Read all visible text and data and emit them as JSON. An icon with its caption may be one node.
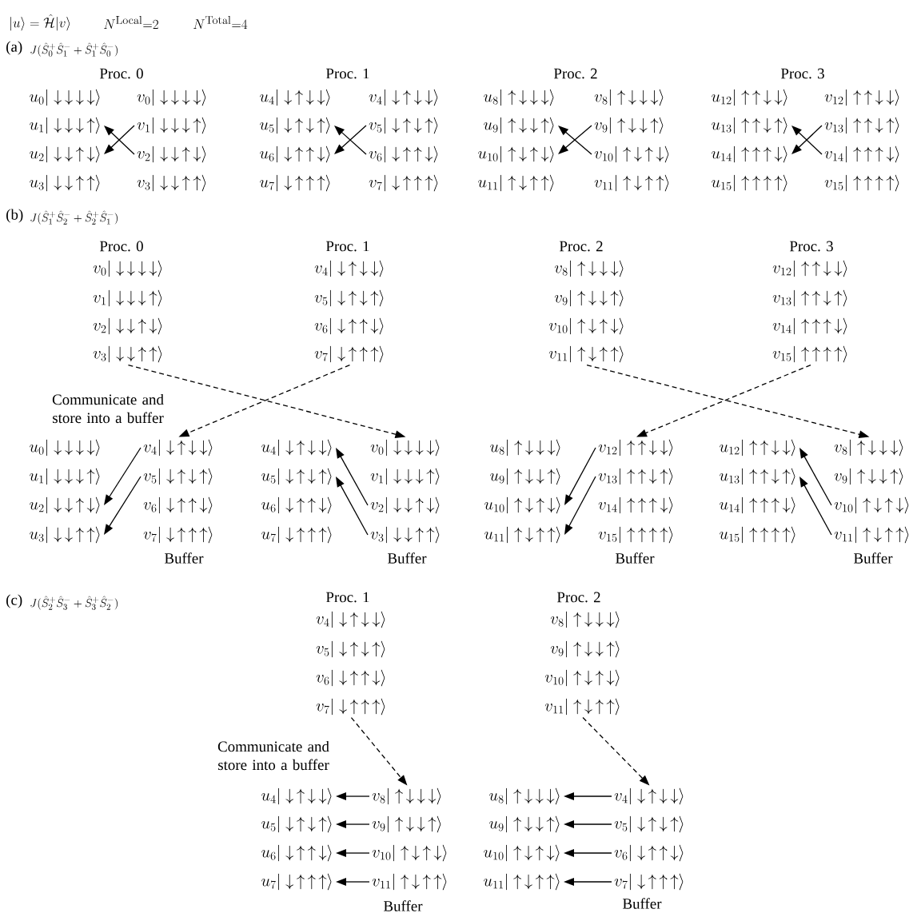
{
  "diagram": {
    "nodes": [
      {
        "text": [
          "u_{0}|\\downarrow\\,\\downarrow\\,\\downarrow\\,\\downarrow\\rangle"
        ]
      },
      {
        "text": [
          "u_{1}|\\downarrow\\,\\downarrow\\,\\downarrow\\,\\uparrow\\rangle"
        ]
      },
      {
        "text": [
          "u_{2}|\\downarrow\\,\\downarrow\\,\\uparrow\\,\\downarrow\\rangle"
        ]
      },
      {
        "text": [
          "u_{3}|\\downarrow\\,\\downarrow\\,\\uparrow\\,\\uparrow\\rangle"
        ]
      },
      {
        "text": [
          "v_{0}|\\downarrow\\,\\downarrow\\,\\downarrow\\,\\downarrow\\rangle"
        ]
      },
      {
        "text": [
          "v_{1}|\\downarrow\\,\\downarrow\\,\\downarrow\\,\\uparrow\\rangle"
        ]
      },
      {
        "text": [
          "v_{2}|\\downarrow\\,\\downarrow\\,\\uparrow\\,\\downarrow\\rangle"
        ]
      },
      {
        "text": [
          "v_{3}|\\downarrow\\,\\downarrow\\,\\uparrow\\,\\uparrow\\rangle"
        ]
      },
      {
        "text": [
          "u_{4}|\\downarrow\\,\\uparrow\\,\\downarrow\\,\\downarrow\\rangle"
        ]
      },
      {
        "text": [
          "u_{5}|\\downarrow\\,\\uparrow\\,\\downarrow\\,\\uparrow\\rangle"
        ]
      },
      {
        "text": [
          "u_{6}|\\downarrow\\,\\uparrow\\,\\uparrow\\,\\downarrow\\rangle"
        ]
      },
      {
        "text": [
          "u_{7}|\\downarrow\\,\\uparrow\\,\\uparrow\\,\\uparrow\\rangle"
        ]
      },
      {
        "text": [
          "v_{4}|\\downarrow\\,\\uparrow\\,\\downarrow\\,\\downarrow\\rangle"
        ]
      },
      {
        "text": [
          "v_{5}|\\downarrow\\,\\uparrow\\,\\downarrow\\,\\uparrow\\rangle"
        ]
      },
      {
        "text": [
          "v_{6}|\\downarrow\\,\\uparrow\\,\\uparrow\\,\\downarrow\\rangle"
        ]
      },
      {
        "text": [
          "v_{7}|\\downarrow\\,\\uparrow\\,\\uparrow\\,\\uparrow\\rangle"
        ]
      },
      {
        "text": [
          "u_{8}|\\uparrow\\,\\downarrow\\,\\downarrow\\,\\downarrow\\rangle"
        ]
      },
      {
        "text": [
          "u_{9}|\\uparrow\\,\\downarrow\\,\\downarrow\\,\\uparrow\\rangle"
        ]
      },
      {
        "text": [
          "u_{10}|\\uparrow\\,\\downarrow\\,\\uparrow\\,\\downarrow\\rangle"
        ]
      },
      {
        "text": [
          "u_{11}|\\uparrow\\,\\downarrow\\,\\uparrow\\,\\uparrow\\rangle"
        ]
      },
      {
        "text": [
          "v_{8}|\\uparrow\\,\\downarrow\\,\\downarrow\\,\\downarrow\\rangle"
        ]
      },
      {
        "text": [
          "v_{9}|\\uparrow\\,\\downarrow\\,\\downarrow\\,\\uparrow\\rangle"
        ]
      },
      {
        "text": [
          "v_{10}|\\uparrow\\,\\downarrow\\,\\uparrow\\,\\downarrow\\rangle"
        ]
      },
      {
        "text": [
          "v_{11}|\\uparrow\\,\\downarrow\\,\\uparrow\\,\\uparrow\\rangle"
        ]
      },
      {
        "text": [
          "u_{12}|\\uparrow\\,\\uparrow\\,\\downarrow\\,\\downarrow\\rangle"
        ]
      },
      {
        "text": [
          "u_{13}|\\uparrow\\,\\uparrow\\,\\downarrow\\,\\uparrow\\rangle"
        ]
      },
      {
        "text": [
          "u_{14}|\\uparrow\\,\\uparrow\\,\\uparrow\\,\\downarrow\\rangle"
        ]
      },
      {
        "text": [
          "u_{15}|\\uparrow\\,\\uparrow\\,\\uparrow\\,\\uparrow\\rangle"
        ]
      },
      {
        "text": [
          "v_{12}|\\uparrow\\,\\uparrow\\,\\downarrow\\,\\downarrow\\rangle"
        ]
      },
      {
        "text": [
          "v_{13}|\\uparrow\\,\\uparrow\\,\\downarrow\\,\\uparrow\\rangle"
        ]
      },
      {
        "text": [
          "v_{14}|\\uparrow\\,\\uparrow\\,\\uparrow\\,\\downarrow\\rangle"
        ]
      },
      {
        "text": [
          "v_{15}|\\uparrow\\,\\uparrow\\,\\uparrow\\,\\uparrow\\rangle"
        ]
      },
      {
        "text": [
          "v_{0}|\\downarrow\\,\\downarrow\\,\\downarrow\\,\\downarrow\\rangle"
        ]
      },
      {
        "text": [
          "v_{1}|\\downarrow\\,\\downarrow\\,\\downarrow\\,\\uparrow\\rangle"
        ]
      },
      {
        "text": [
          "v_{2}|\\downarrow\\,\\downarrow\\,\\uparrow\\,\\downarrow\\rangle"
        ]
      },
      {
        "text": [
          "v_{3}|\\downarrow\\,\\downarrow\\,\\uparrow\\,\\uparrow\\rangle"
        ]
      },
      {
        "text": [
          "v_{4}|\\downarrow\\,\\uparrow\\,\\downarrow\\,\\downarrow\\rangle"
        ]
      },
      {
        "text": [
          "v_{5}|\\downarrow\\,\\uparrow\\,\\downarrow\\,\\uparrow\\rangle"
        ]
      },
      {
        "text": [
          "v_{6}|\\downarrow\\,\\uparrow\\,\\uparrow\\,\\downarrow\\rangle"
        ]
      },
      {
        "text": [
          "v_{7}|\\downarrow\\,\\uparrow\\,\\uparrow\\,\\uparrow\\rangle"
        ]
      },
      {
        "text": [
          "v_{8}|\\uparrow\\,\\downarrow\\,\\downarrow\\,\\downarrow\\rangle"
        ]
      },
      {
        "text": [
          "v_{9}|\\uparrow\\,\\downarrow\\,\\downarrow\\,\\uparrow\\rangle"
        ]
      },
      {
        "text": [
          "v_{10}|\\uparrow\\,\\downarrow\\,\\uparrow\\,\\downarrow\\rangle"
        ]
      },
      {
        "text": [
          "v_{11}|\\uparrow\\,\\downarrow\\,\\uparrow\\,\\uparrow\\rangle"
        ]
      },
      {
        "text": [
          "v_{12}|\\uparrow\\,\\uparrow\\,\\downarrow\\,\\downarrow\\rangle"
        ]
      },
      {
        "text": [
          "v_{13}|\\uparrow\\,\\uparrow\\,\\downarrow\\,\\uparrow\\rangle"
        ]
      },
      {
        "text": [
          "v_{14}|\\uparrow\\,\\uparrow\\,\\uparrow\\,\\downarrow\\rangle"
        ]
      },
      {
        "text": [
          "v_{15}|\\uparrow\\,\\uparrow\\,\\uparrow\\,\\uparrow\\rangle"
        ]
      },
      {
        "text": [
          "u_{0}|\\downarrow\\,\\downarrow\\,\\downarrow\\,\\downarrow\\rangle"
        ]
      },
      {
        "text": [
          "u_{1}|\\downarrow\\,\\downarrow\\,\\downarrow\\,\\uparrow\\rangle"
        ]
      },
      {
        "text": [
          "u_{2}|\\downarrow\\,\\downarrow\\,\\uparrow\\,\\downarrow\\rangle"
        ]
      },
      {
        "text": [
          "u_{3}|\\downarrow\\,\\downarrow\\,\\uparrow\\,\\uparrow\\rangle"
        ]
      },
      {
        "text": [
          "v_{4}|\\downarrow\\,\\uparrow\\,\\downarrow\\,\\downarrow\\rangle"
        ]
      },
      {
        "text": [
          "v_{5}|\\downarrow\\,\\uparrow\\,\\downarrow\\,\\uparrow\\rangle"
        ]
      },
      {
        "text": [
          "v_{6}|\\downarrow\\,\\uparrow\\,\\uparrow\\,\\downarrow\\rangle"
        ]
      },
      {
        "text": [
          "v_{7}|\\downarrow\\,\\uparrow\\,\\uparrow\\,\\uparrow\\rangle"
        ]
      },
      {
        "text": [
          "u_{4}|\\downarrow\\,\\uparrow\\,\\downarrow\\,\\downarrow\\rangle"
        ]
      },
      {
        "text": [
          "u_{5}|\\downarrow\\,\\uparrow\\,\\downarrow\\,\\uparrow\\rangle"
        ]
      },
      {
        "text": [
          "u_{6}|\\downarrow\\,\\uparrow\\,\\uparrow\\,\\downarrow\\rangle"
        ]
      },
      {
        "text": [
          "u_{7}|\\downarrow\\,\\uparrow\\,\\uparrow\\,\\uparrow\\rangle"
        ]
      },
      {
        "text": [
          "v_{0}|\\downarrow\\,\\downarrow\\,\\downarrow\\,\\downarrow\\rangle"
        ]
      },
      {
        "text": [
          "v_{1}|\\downarrow\\,\\downarrow\\,\\downarrow\\,\\uparrow\\rangle"
        ]
      },
      {
        "text": [
          "v_{2}|\\downarrow\\,\\downarrow\\,\\uparrow\\,\\downarrow\\rangle"
        ]
      },
      {
        "text": [
          "v_{3}|\\downarrow\\,\\downarrow\\,\\uparrow\\,\\uparrow\\rangle"
        ]
      },
      {
        "text": [
          "u_{8}|\\uparrow\\,\\downarrow\\,\\downarrow\\,\\downarrow\\rangle"
        ]
      },
      {
        "text": [
          "u_{9}|\\uparrow\\,\\downarrow\\,\\downarrow\\,\\uparrow\\rangle"
        ]
      },
      {
        "text": [
          "u_{10}|\\uparrow\\,\\downarrow\\,\\uparrow\\,\\downarrow\\rangle"
        ]
      },
      {
        "text": [
          "u_{11}|\\uparrow\\,\\downarrow\\,\\uparrow\\,\\uparrow\\rangle"
        ]
      },
      {
        "text": [
          "v_{12}|\\uparrow\\,\\uparrow\\,\\downarrow\\,\\downarrow\\rangle"
        ]
      },
      {
        "text": [
          "v_{13}|\\uparrow\\,\\uparrow\\,\\downarrow\\,\\uparrow\\rangle"
        ]
      },
      {
        "text": [
          "v_{14}|\\uparrow\\,\\uparrow\\,\\uparrow\\,\\downarrow\\rangle"
        ]
      },
      {
        "text": [
          "v_{15}|\\uparrow\\,\\uparrow\\,\\uparrow\\,\\uparrow\\rangle"
        ]
      },
      {
        "text": [
          "u_{12}|\\uparrow\\,\\uparrow\\,\\downarrow\\,\\downarrow\\rangle"
        ]
      },
      {
        "text": [
          "u_{13}|\\uparrow\\,\\uparrow\\,\\downarrow\\,\\uparrow\\rangle"
        ]
      },
      {
        "text": [
          "u_{14}|\\uparrow\\,\\uparrow\\,\\uparrow\\,\\downarrow\\rangle"
        ]
      },
      {
        "text": [
          "u_{15}|\\uparrow\\,\\uparrow\\,\\uparrow\\,\\uparrow\\rangle"
        ]
      },
      {
        "text": [
          "v_{8}|\\uparrow\\,\\downarrow\\,\\downarrow\\,\\downarrow\\rangle"
        ]
      },
      {
        "text": [
          "v_{9}|\\uparrow\\,\\downarrow\\,\\downarrow\\,\\uparrow\\rangle"
        ]
      },
      {
        "text": [
          "v_{10}|\\uparrow\\,\\downarrow\\,\\uparrow\\,\\downarrow\\rangle"
        ]
      },
      {
        "text": [
          "v_{11}|\\uparrow\\,\\downarrow\\,\\uparrow\\,\\uparrow\\rangle"
        ]
      },
      {
        "text": [
          "v_{4}|\\downarrow\\,\\uparrow\\,\\downarrow\\,\\downarrow\\rangle"
        ]
      },
      {
        "text": [
          "v_{5}|\\downarrow\\,\\uparrow\\,\\downarrow\\,\\uparrow\\rangle"
        ]
      },
      {
        "text": [
          "v_{6}|\\downarrow\\,\\uparrow\\,\\uparrow\\,\\downarrow\\rangle"
        ]
      },
      {
        "text": [
          "v_{7}|\\downarrow\\,\\uparrow\\,\\uparrow\\,\\uparrow\\rangle"
        ]
      },
      {
        "text": [
          "v_{8}|\\uparrow\\,\\downarrow\\,\\downarrow\\,\\downarrow\\rangle"
        ]
      },
      {
        "text": [
          "v_{9}|\\uparrow\\,\\downarrow\\,\\downarrow\\,\\uparrow\\rangle"
        ]
      },
      {
        "text": [
          "v_{10}|\\uparrow\\,\\downarrow\\,\\uparrow\\,\\downarrow\\rangle"
        ]
      },
      {
        "text": [
          "v_{11}|\\uparrow\\,\\downarrow\\,\\uparrow\\,\\uparrow\\rangle"
        ]
      },
      {
        "text": [
          "u_{4}|\\downarrow\\,\\uparrow\\,\\downarrow\\,\\downarrow\\rangle"
        ]
      },
      {
        "text": [
          "u_{5}|\\downarrow\\,\\uparrow\\,\\downarrow\\,\\uparrow\\rangle"
        ]
      },
      {
        "text": [
          "u_{6}|\\downarrow\\,\\uparrow\\,\\uparrow\\,\\downarrow\\rangle"
        ]
      },
      {
        "text": [
          "u_{7}|\\downarrow\\,\\uparrow\\,\\uparrow\\,\\uparrow\\rangle"
        ]
      },
      {
        "text": [
          "v_{8}|\\uparrow\\,\\downarrow\\,\\downarrow\\,\\downarrow\\rangle"
        ]
      },
      {
        "text": [
          "v_{9}|\\uparrow\\,\\downarrow\\,\\downarrow\\,\\uparrow\\rangle"
        ]
      },
      {
        "text": [
          "v_{10}|\\uparrow\\,\\downarrow\\,\\uparrow\\,\\downarrow\\rangle"
        ]
      },
      {
        "text": [
          "v_{11}|\\uparrow\\,\\downarrow\\,\\uparrow\\,\\uparrow\\rangle"
        ]
      },
      {
        "text": [
          "u_{8}|\\uparrow\\,\\downarrow\\,\\downarrow\\,\\downarrow\\rangle"
        ]
      },
      {
        "text": [
          "u_{9}|\\uparrow\\,\\downarrow\\,\\downarrow\\,\\uparrow\\rangle"
        ]
      },
      {
        "text": [
          "u_{10}|\\uparrow\\,\\downarrow\\,\\uparrow\\,\\downarrow\\rangle"
        ]
      },
      {
        "text": [
          "u_{11}|\\uparrow\\,\\downarrow\\,\\uparrow\\,\\uparrow\\rangle"
        ]
      },
      {
        "text": [
          "v_{4}|\\downarrow\\,\\uparrow\\,\\downarrow\\,\\downarrow\\rangle"
        ]
      },
      {
        "text": [
          "v_{5}|\\downarrow\\,\\uparrow\\,\\downarrow\\,\\uparrow\\rangle"
        ]
      },
      {
        "text": [
          "v_{6}|\\downarrow\\,\\uparrow\\,\\uparrow\\,\\downarrow\\rangle"
        ]
      },
      {
        "text": [
          "v_{7}|\\downarrow\\,\\uparrow\\,\\uparrow\\,\\uparrow\\rangle"
        ]
      }
    ],
    "edges": [
      {
        "from": 5,
        "to": 2,
        "arrow": "to"
      },
      {
        "from": 6,
        "to": 1,
        "arrow": "to"
      },
      {
        "from": 13,
        "to": 10,
        "arrow": "to"
      },
      {
        "from": 14,
        "to": 9,
        "arrow": "to"
      },
      {
        "from": 21,
        "to": 18,
        "arrow": "to"
      },
      {
        "from": 22,
        "to": 17,
        "arrow": "to"
      },
      {
        "from": 29,
        "to": 26,
        "arrow": "to"
      },
      {
        "from": 30,
        "to": 25,
        "arrow": "to"
      },
      {
        "from": 35,
        "to": 60,
        "arrow": "to",
        "style": "dashed"
      },
      {
        "from": 39,
        "to": 52,
        "arrow": "to",
        "style": "dashed"
      },
      {
        "from": 43,
        "to": 76,
        "arrow": "to",
        "style": "dashed"
      },
      {
        "from": 47,
        "to": 68,
        "arrow": "to",
        "style": "dashed"
      },
      {
        "from": 52,
        "to": 50,
        "arrow": "to"
      },
      {
        "from": 53,
        "to": 51,
        "arrow": "to"
      },
      {
        "from": 62,
        "to": 56,
        "arrow": "to"
      },
      {
        "from": 63,
        "to": 57,
        "arrow": "to"
      },
      {
        "from": 68,
        "to": 66,
        "arrow": "to"
      },
      {
        "from": 69,
        "to": 67,
        "arrow": "to"
      },
      {
        "from": 78,
        "to": 72,
        "arrow": "to"
      },
      {
        "from": 79,
        "to": 73,
        "arrow": "to"
      },
      {
        "from": 83,
        "to": 92,
        "arrow": "to",
        "style": "dashed"
      },
      {
        "from": 87,
        "to": 100,
        "arrow": "to",
        "style": "dashed"
      },
      {
        "from": 92,
        "to": 88,
        "arrow": "to"
      },
      {
        "from": 93,
        "to": 89,
        "arrow": "to"
      },
      {
        "from": 94,
        "to": 90,
        "arrow": "to"
      },
      {
        "from": 95,
        "to": 91,
        "arrow": "to"
      },
      {
        "from": 100,
        "to": 96,
        "arrow": "to"
      },
      {
        "from": 101,
        "to": 97,
        "arrow": "to"
      },
      {
        "from": 102,
        "to": 98,
        "arrow": "to"
      },
      {
        "from": 103,
        "to": 99,
        "arrow": "to"
      }
    ],
    "labels": [
      "|u\\rangle = \\hat{\\mathcal{H}}|v\\rangle",
      "N^{\\mathrm{Local}}{=}2",
      "N^{\\mathrm{Total}}{=}4",
      "(a)",
      "J(\\hat{S}^{+}_{0}\\hat{S}^{-}_{1}+\\hat{S}^{+}_{1}\\hat{S}^{-}_{0})",
      "Proc. 0",
      "Proc. 1",
      "Proc. 2",
      "Proc. 3",
      "(b)",
      "J(\\hat{S}^{+}_{1}\\hat{S}^{-}_{2}+\\hat{S}^{+}_{2}\\hat{S}^{-}_{1})",
      "Proc. 0",
      "Proc. 1",
      "Proc. 2",
      "Proc. 3",
      "Communicate and store into a buffer",
      "Buffer",
      "Buffer",
      "Buffer",
      "Buffer",
      "(c)",
      "J(\\hat{S}^{+}_{2}\\hat{S}^{-}_{3}+\\hat{S}^{+}_{3}\\hat{S}^{-}_{2})",
      "Proc. 1",
      "Proc. 2",
      "Communicate and store into a buffer",
      "Buffer",
      "Buffer"
    ]
  }
}
